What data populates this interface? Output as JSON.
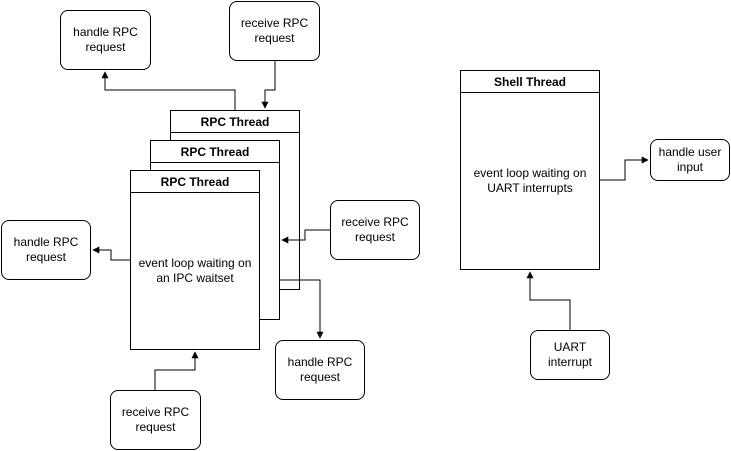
{
  "rpc_threads": [
    {
      "title": "RPC Thread"
    },
    {
      "title": "RPC Thread"
    },
    {
      "title": "RPC Thread",
      "body": "event loop waiting on\nan IPC waitset"
    }
  ],
  "shell_thread": {
    "title": "Shell Thread",
    "body": "event loop waiting on\nUART interrupts"
  },
  "nodes": {
    "handle_rpc_top": "handle RPC\nrequest",
    "receive_rpc_top": "receive RPC\nrequest",
    "handle_rpc_left": "handle RPC\nrequest",
    "receive_rpc_right": "receive RPC\nrequest",
    "handle_rpc_bottom": "handle RPC\nrequest",
    "receive_rpc_bottom": "receive RPC\nrequest",
    "handle_user_input": "handle user\ninput",
    "uart_interrupt": "UART\ninterrupt"
  },
  "colors": {
    "stroke": "#000000",
    "fill": "#ffffff"
  }
}
